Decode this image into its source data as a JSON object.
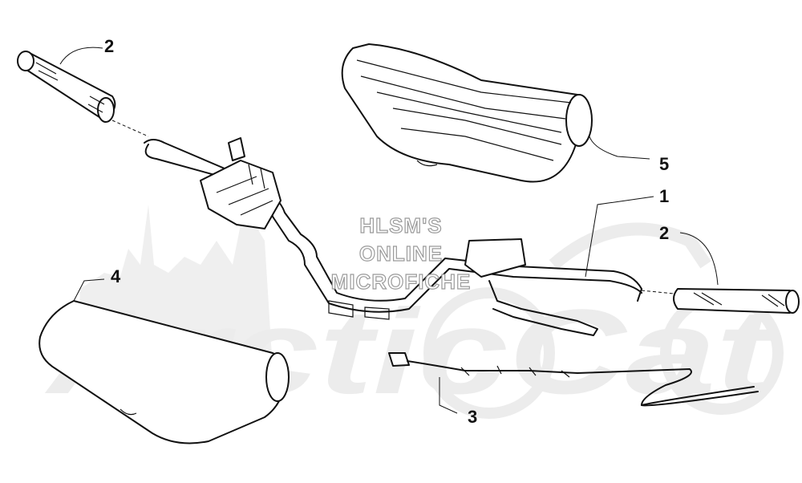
{
  "watermark": {
    "lines": [
      "HLSM'S",
      "ONLINE",
      "MICROFICHE"
    ],
    "logo": "ArcticCat"
  },
  "callouts": {
    "part_1": "1",
    "part_2_left": "2",
    "part_2_right": "2",
    "part_3": "3",
    "part_4": "4",
    "part_5": "5"
  },
  "colors": {
    "line": "#111111",
    "watermark": "#ececec"
  }
}
